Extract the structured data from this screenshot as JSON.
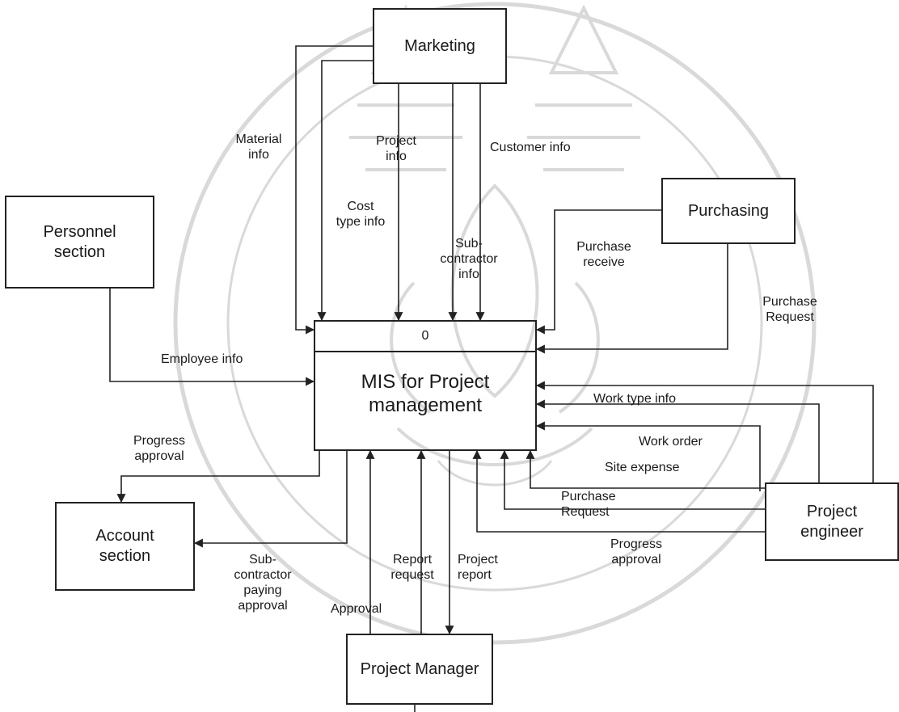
{
  "diagram": {
    "process": {
      "id": "0",
      "name": "MIS for Project\nmanagement"
    },
    "entities": {
      "marketing": "Marketing",
      "personnel": "Personnel\nsection",
      "purchasing": "Purchasing",
      "account": "Account\nsection",
      "project_engineer": "Project\nengineer",
      "project_manager": "Project Manager"
    },
    "flows": {
      "material_info": "Material\ninfo",
      "cost_type_info": "Cost\ntype info",
      "project_info": "Project\ninfo",
      "subcontractor_info": "Sub-\ncontractor\ninfo",
      "customer_info": "Customer info",
      "purchase_receive": "Purchase\nreceive",
      "purchase_request_purchasing": "Purchase\nRequest",
      "employee_info": "Employee info",
      "work_type_info": "Work type info",
      "work_order": "Work order",
      "site_expense": "Site expense",
      "purchase_request_engineer": "Purchase\nRequest",
      "progress_approval_engineer": "Progress\napproval",
      "progress_approval_account": "Progress\napproval",
      "subcontractor_paying_approval": "Sub-\ncontractor\npaying\napproval",
      "approval": "Approval",
      "report_request": "Report\nrequest",
      "project_report": "Project\nreport"
    }
  }
}
